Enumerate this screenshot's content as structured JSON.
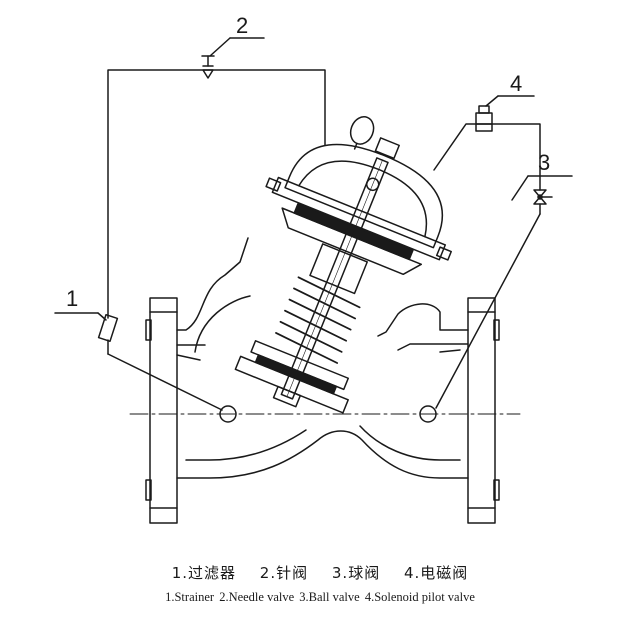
{
  "callouts": {
    "c1": "1",
    "c2": "2",
    "c3": "3",
    "c4": "4"
  },
  "legend_cn": [
    "1.过滤器",
    "2.针阀",
    "3.球阀",
    "4.电磁阀"
  ],
  "legend_en": [
    "1.Strainer",
    "2.Needle valve",
    "3.Ball valve",
    "4.Solenoid pilot valve"
  ],
  "colors": {
    "line": "#1a1a1a",
    "background": "#ffffff"
  }
}
